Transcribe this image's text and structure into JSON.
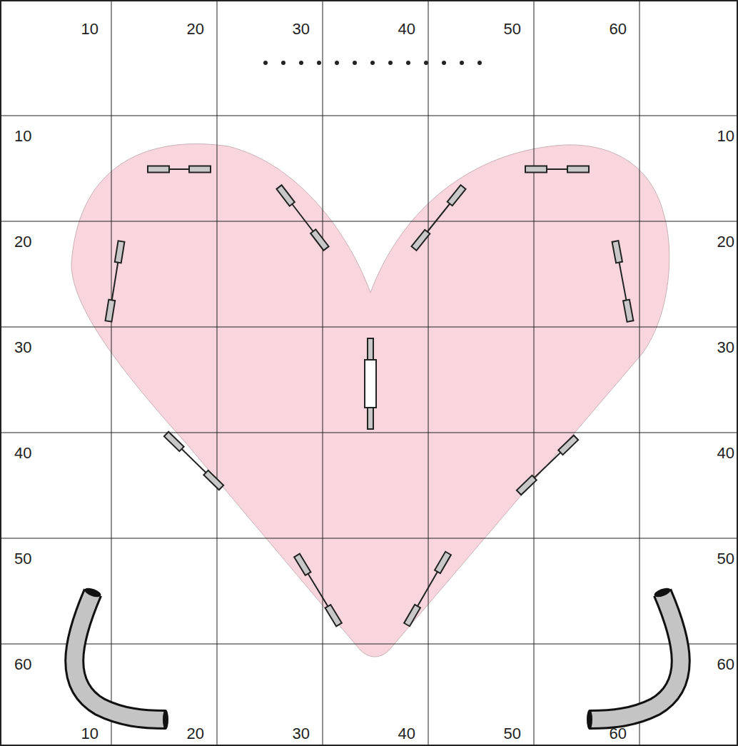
{
  "diagram": {
    "labels": [
      "10",
      "20",
      "30",
      "40",
      "50",
      "60",
      "10",
      "20",
      "30",
      "40",
      "50",
      "60",
      "10",
      "20",
      "30",
      "40",
      "50",
      "60",
      "10",
      "20",
      "30",
      "40",
      "50",
      "60"
    ]
  }
}
